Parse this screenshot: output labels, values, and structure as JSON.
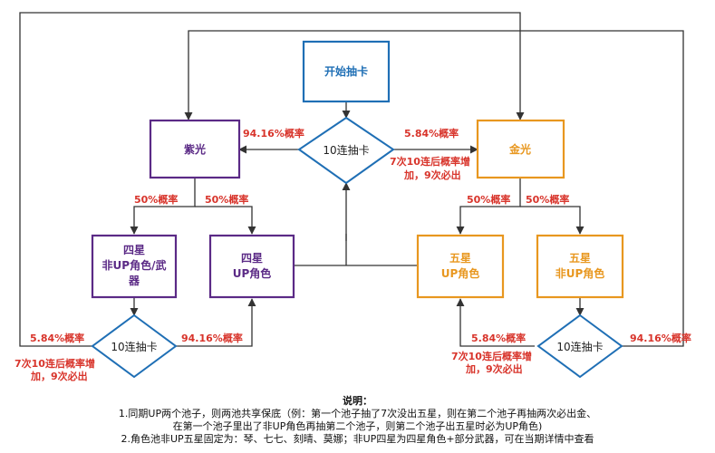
{
  "colors": {
    "blue": "#1f6fb5",
    "purple": "#5b2a86",
    "orange": "#e8971f",
    "red": "#d8342b",
    "line": "#333333"
  },
  "nodes": {
    "start": "开始抽卡",
    "center_diamond": "10连抽卡",
    "purple_light": "紫光",
    "gold_light": "金光",
    "four_star_non_up": [
      "四星",
      "非UP角色/武",
      "器"
    ],
    "four_star_up": [
      "四星",
      "UP角色"
    ],
    "five_star_up": [
      "五星",
      "UP角色"
    ],
    "five_star_non_up": [
      "五星",
      "非UP角色"
    ],
    "left_diamond": "10连抽卡",
    "right_diamond": "10连抽卡"
  },
  "edge_labels": {
    "center_to_purple": "94.16%概率",
    "center_to_gold": "5.84%概率",
    "center_gold_note": [
      "7次10连后概率增",
      "加，9次必出"
    ],
    "purple_left": "50%概率",
    "purple_right": "50%概率",
    "gold_left": "50%概率",
    "gold_right": "50%概率",
    "left_diamond_left": "5.84%概率",
    "left_diamond_note": [
      "7次10连后概率增",
      "加，9次必出"
    ],
    "left_diamond_right": "94.16%概率",
    "right_diamond_left": "5.84%概率",
    "right_diamond_note": [
      "7次10连后概率增",
      "加，9次必出"
    ],
    "right_diamond_right": "94.16%概率"
  },
  "notes": {
    "title": "说明：",
    "line1": "1.同期UP两个池子，则两池共享保底（例：第一个池子抽了7次没出五星，则在第二个池子再抽两次必出金、",
    "line2": "在第一个池子里出了非UP角色再抽第二个池子，则第二个池子出五星时必为UP角色)",
    "line3": "2.角色池非UP五星固定为：琴、七七、刻晴、莫娜；非UP四星为四星角色+部分武器，可在当期详情中查看"
  }
}
